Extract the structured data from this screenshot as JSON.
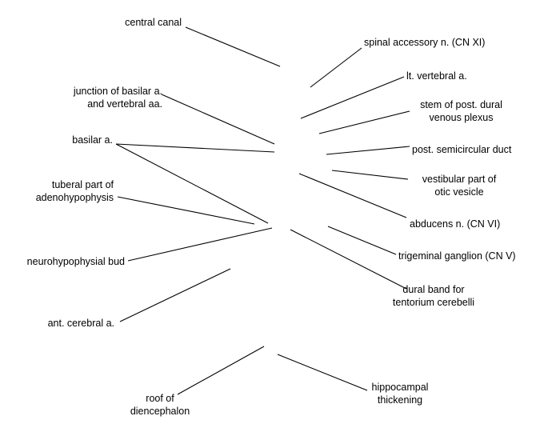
{
  "labels": {
    "central_canal": [
      "central canal"
    ],
    "spinal_accessory": [
      "spinal accessory n. (CN XI)"
    ],
    "junction": [
      "junction of basilar a.",
      "and vertebral aa."
    ],
    "lt_vertebral": [
      "lt. vertebral a."
    ],
    "stem_plexus": [
      "stem of post. dural",
      "venous plexus"
    ],
    "basilar": [
      "basilar a."
    ],
    "semicircular": [
      "post. semicircular duct"
    ],
    "tuberal": [
      "tuberal part of",
      "adenohypophysis"
    ],
    "vestibular": [
      "vestibular part of",
      "otic vesicle"
    ],
    "abducens": [
      "abducens n. (CN VI)"
    ],
    "neurohypophysial": [
      "neurohypophysial bud"
    ],
    "trigeminal": [
      "trigeminal ganglion (CN V)"
    ],
    "dural_band": [
      "dural band for",
      "tentorium cerebelli"
    ],
    "ant_cerebral": [
      "ant. cerebral a."
    ],
    "roof": [
      "roof of",
      "diencephalon"
    ],
    "hippocampal": [
      "hippocampal",
      "thickening"
    ]
  }
}
